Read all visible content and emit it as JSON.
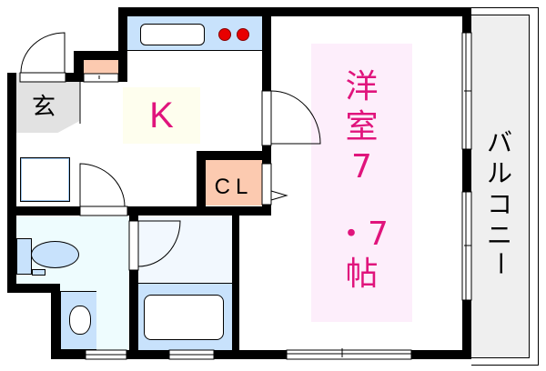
{
  "plan": {
    "type": "1K apartment floor plan",
    "rooms": {
      "entrance": {
        "label": "玄",
        "color": "#e2e2e2"
      },
      "kitchen": {
        "label": "K",
        "color": "#fefeee",
        "text_color": "#e0147c"
      },
      "closet": {
        "label": "CL",
        "color": "#fccab0"
      },
      "western_room": {
        "label_lines": [
          "洋",
          "室",
          "7",
          "・7",
          "帖"
        ],
        "label": "洋室7・7帖",
        "color": "#fdeefb",
        "text_color": "#e0147c"
      },
      "balcony": {
        "label_lines": [
          "バ",
          "ル",
          "コ",
          "ニ",
          "ー"
        ],
        "label": "バルコニー",
        "color": "#efefef"
      },
      "toilet": {
        "color": "#eefcfe"
      },
      "washroom": {
        "color": "#f2f8fe"
      },
      "bath": {
        "color": "#c8e2fc"
      }
    },
    "colors": {
      "wall": "#000000",
      "fixture_blue": "#c8e2fc",
      "stove_burner": "#e80000",
      "shoe_box": "#fccab0"
    }
  }
}
